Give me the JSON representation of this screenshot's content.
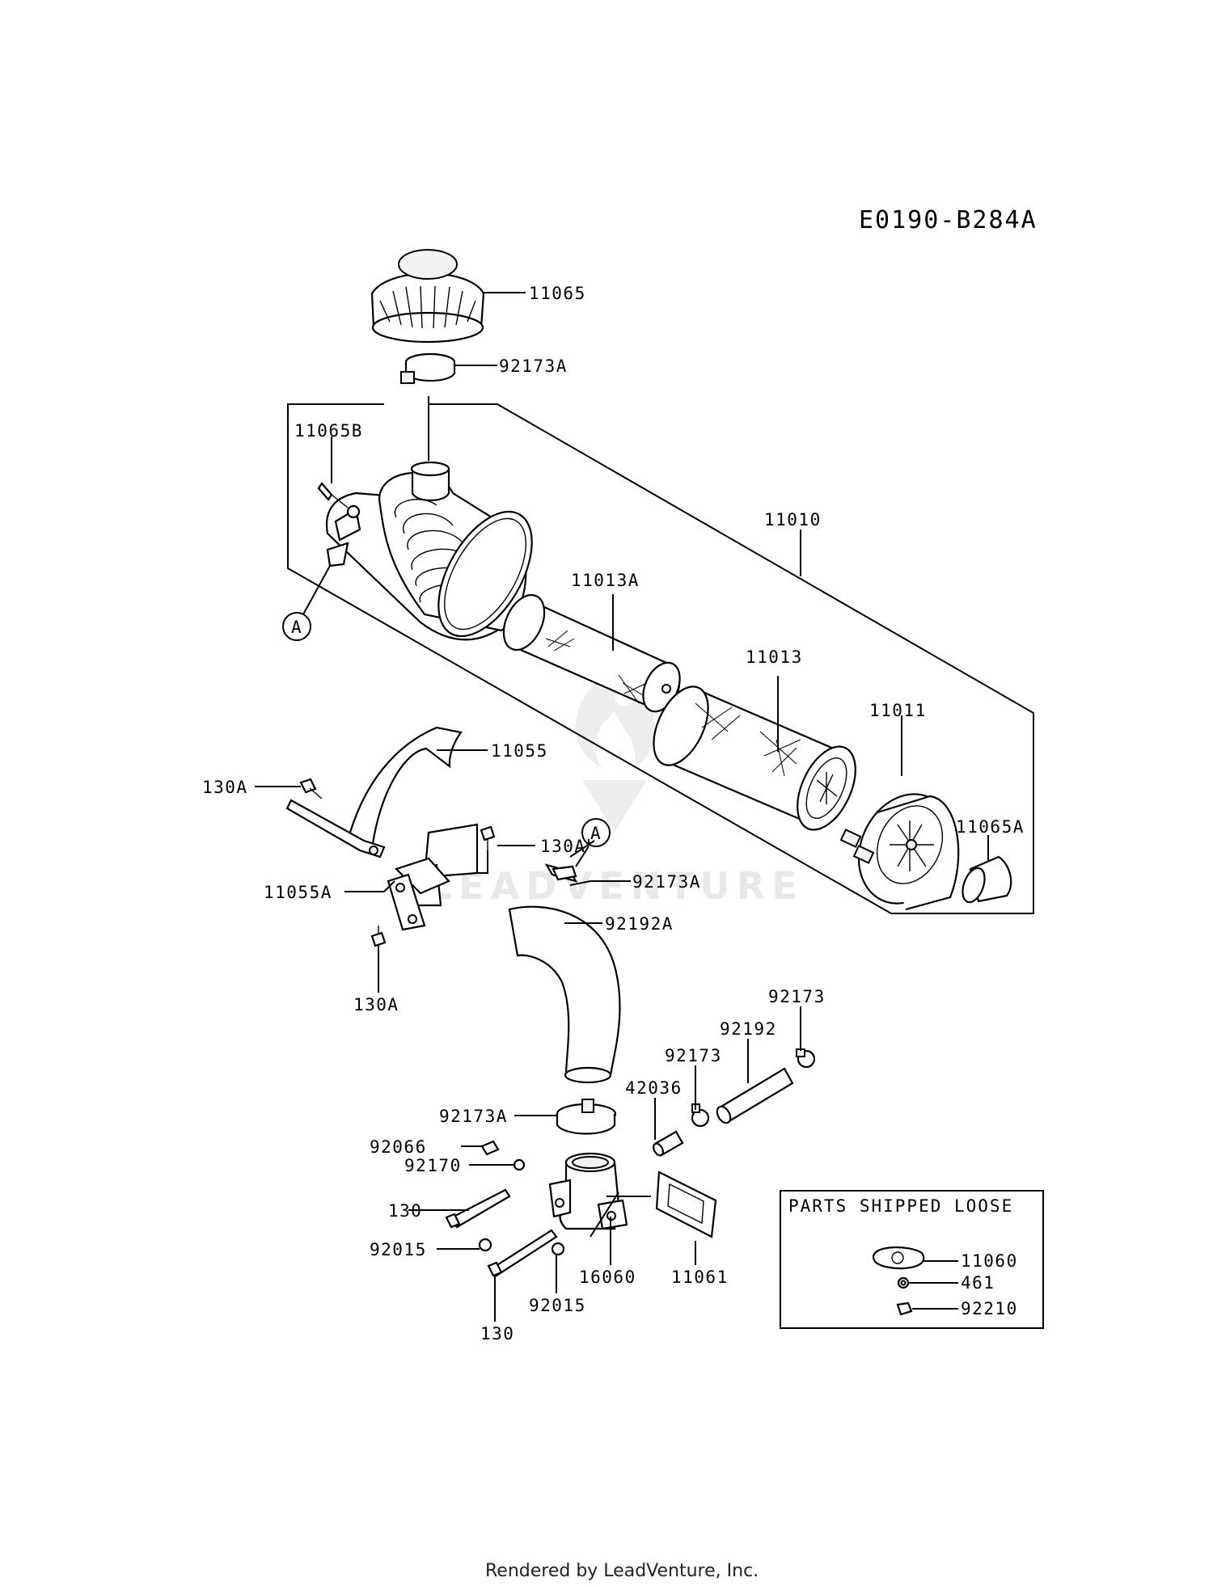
{
  "diagram_code": "E0190-B284A",
  "watermark": "LEADVENTURE",
  "footer": "Rendered by LeadVenture, Inc.",
  "parts_box": {
    "title": "PARTS SHIPPED LOOSE",
    "labels": [
      "11060",
      "461",
      "92210"
    ]
  },
  "callouts": {
    "c11065": "11065",
    "c92173a_top": "92173A",
    "c11065b": "11065B",
    "c11010": "11010",
    "c11013a": "11013A",
    "c11013": "11013",
    "c11011": "11011",
    "c11065a": "11065A",
    "c11055": "11055",
    "c130a_left": "130A",
    "c130a_mid": "130A",
    "c11055a": "11055A",
    "c130a_bottom": "130A",
    "c92173a_mid": "92173A",
    "c92192a": "92192A",
    "c92173_right": "92173",
    "c92192": "92192",
    "c92173_mid": "92173",
    "c42036": "42036",
    "c92173a_low": "92173A",
    "c92066": "92066",
    "c92170": "92170",
    "c130_left": "130",
    "c92015_left": "92015",
    "c16060": "16060",
    "c11061": "11061",
    "c130_bottom": "130",
    "c92015_bottom": "92015"
  },
  "ref_markers": {
    "a_left": "A",
    "a_mid": "A"
  }
}
